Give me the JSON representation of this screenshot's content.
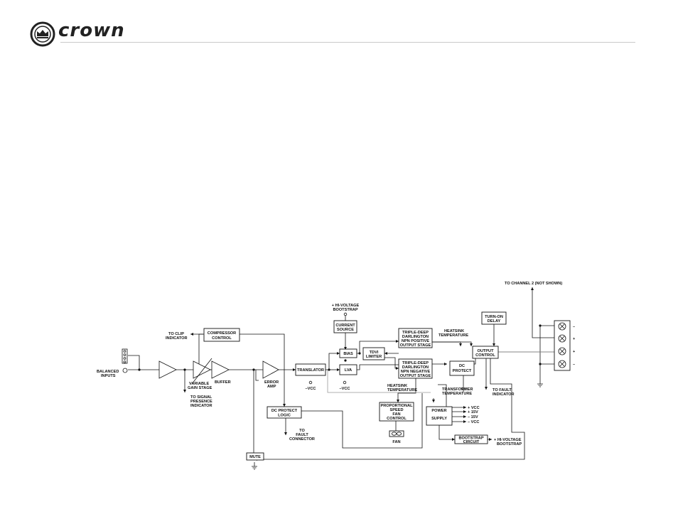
{
  "header": {
    "brand": "crown"
  },
  "blocks": {
    "compressor_control": [
      "COMPRESSOR",
      "CONTROL"
    ],
    "translator": "TRANSLATOR",
    "current_source": [
      "CURRENT",
      "SOURCE"
    ],
    "bias": "BIAS",
    "lva": "LVA",
    "tdvi_limiter": [
      "TDVI",
      "LIMITER"
    ],
    "npn_positive": [
      "TRIPLE-DEEP",
      "DARLINGTON",
      "NPN POSITIVE",
      "OUTPUT STAGE"
    ],
    "npn_negative": [
      "TRIPLE-DEEP",
      "DARLINGTON",
      "NPN NEGATIVE",
      "OUTPUT STAGE"
    ],
    "turn_on_delay": [
      "TURN-ON",
      "DELAY"
    ],
    "output_control": [
      "OUTPUT",
      "CONTROL"
    ],
    "dc_protect": [
      "DC",
      "PROTECT"
    ],
    "dc_protect_logic": [
      "DC PROTECT",
      "LOGIC"
    ],
    "fan_control": [
      "PROPORTIONAL",
      "SPEED",
      "FAN",
      "CONTROL"
    ],
    "power_supply": [
      "POWER",
      "SUPPLY"
    ],
    "bootstrap_circuit": [
      "BOOTSTRAP",
      "CIRCUIT"
    ],
    "mute": "MUTE"
  },
  "labels": {
    "to_channel_2": "TO CHANNEL 2 (NOT SHOWN)",
    "hi_voltage_bootstrap_top": [
      "+ HI-VOLTAGE",
      "BOOTSTRAP"
    ],
    "heatsink_temp_top": [
      "HEATSINK",
      "TEMPERATURE"
    ],
    "heatsink_temp_mid": [
      "HEATSINK",
      "TEMPERATURE"
    ],
    "transformer_temp": [
      "TRANSFORMER",
      "TEMPERATURE"
    ],
    "to_clip_indicator": [
      "TO CLIP",
      "INDICATOR"
    ],
    "balanced_inputs": [
      "BALANCED",
      "INPUTS"
    ],
    "variable_gain_stage": [
      "VARIABLE",
      "GAIN STAGE"
    ],
    "buffer": "BUFFER",
    "error_amp": [
      "ERROR",
      "AMP"
    ],
    "to_signal_presence": [
      "TO SIGNAL",
      "PRESENCE",
      "INDICATOR"
    ],
    "minus_vcc_translator": "–VCC",
    "minus_vcc_lva": "–VCC",
    "to_fault_indicator": [
      "TO FAULT",
      "INDICATOR"
    ],
    "to_fault_connector": [
      "TO",
      "FAULT",
      "CONNECTOR"
    ],
    "fan": "FAN",
    "supply_outputs": [
      "+ VCC",
      "+ 15V",
      "– 15V",
      "– VCC"
    ],
    "hi_voltage_bootstrap_bottom": [
      "+ HI-VOLTAGE",
      "BOOTSTRAP"
    ],
    "terminal_signs": [
      "–",
      "+",
      "+",
      "–"
    ]
  },
  "icons": [
    "crown-logo-icon",
    "triangle-amplifier-icon",
    "ground-icon",
    "fan-icon",
    "binding-post-icon",
    "xlr-connector-icon"
  ],
  "colors": {
    "ink": "#111111",
    "signal_grey": "#999999",
    "rule": "#c9c9c9"
  }
}
